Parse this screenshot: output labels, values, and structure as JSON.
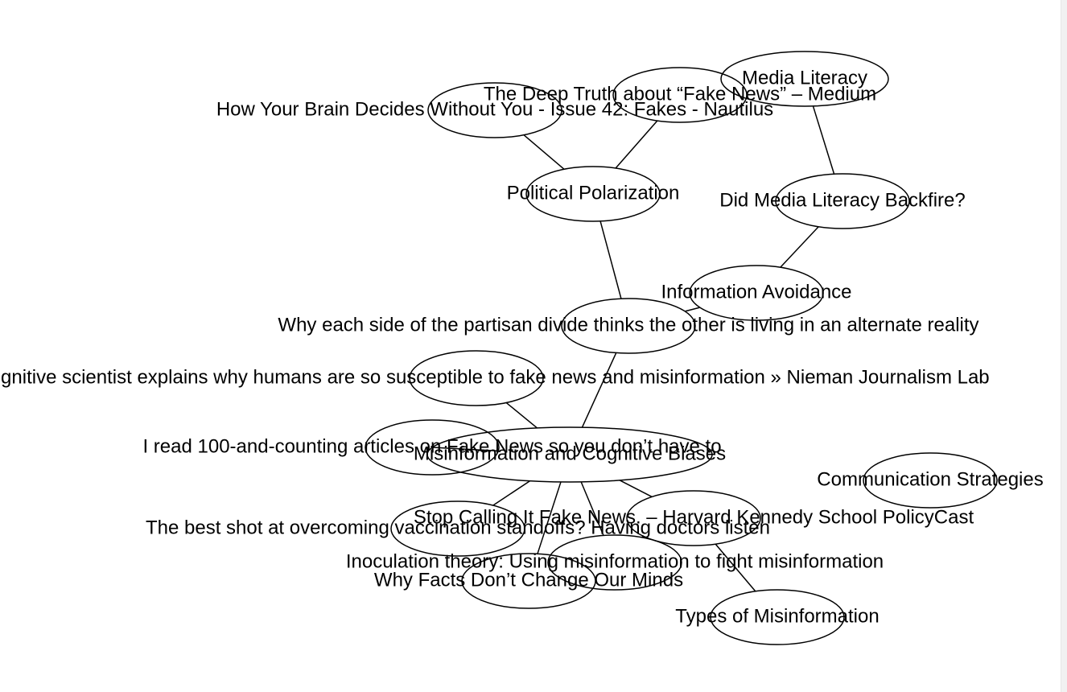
{
  "nodes": [
    {
      "id": "misinfo",
      "label": "Misinformation and Cognitive Biases"
    },
    {
      "id": "political",
      "label": "Political Polarization"
    },
    {
      "id": "brain",
      "label": "How Your Brain Decides Without You - Issue 42: Fakes - Nautilus"
    },
    {
      "id": "deeptruth",
      "label": "The Deep Truth about “Fake News” – Medium"
    },
    {
      "id": "medialit",
      "label": "Media Literacy"
    },
    {
      "id": "backfire",
      "label": "Did Media Literacy Backfire?"
    },
    {
      "id": "avoidance",
      "label": "Information Avoidance"
    },
    {
      "id": "partisan",
      "label": "Why each side of the partisan divide thinks the other is living in an alternate reality"
    },
    {
      "id": "nieman",
      "label": "A cognitive scientist explains why humans are so susceptible to fake news and misinformation » Nieman Journalism Lab"
    },
    {
      "id": "hundred",
      "label": "I read 100-and-counting articles on Fake News so you don’t have to"
    },
    {
      "id": "comm",
      "label": "Communication Strategies"
    },
    {
      "id": "stopcalling",
      "label": "Stop Calling It Fake News. – Harvard Kennedy School PolicyCast"
    },
    {
      "id": "vaccination",
      "label": "The best shot at overcoming vaccination standoffs? Having doctors listen"
    },
    {
      "id": "inoculation",
      "label": "Inoculation theory: Using misinformation to fight misinformation"
    },
    {
      "id": "facts",
      "label": "Why Facts Don’t Change Our Minds"
    },
    {
      "id": "types",
      "label": "Types of Misinformation"
    }
  ],
  "edges": [
    [
      "political",
      "brain"
    ],
    [
      "political",
      "deeptruth"
    ],
    [
      "political",
      "partisan"
    ],
    [
      "medialit",
      "backfire"
    ],
    [
      "backfire",
      "avoidance"
    ],
    [
      "avoidance",
      "partisan"
    ],
    [
      "partisan",
      "misinfo"
    ],
    [
      "nieman",
      "misinfo"
    ],
    [
      "hundred",
      "misinfo"
    ],
    [
      "misinfo",
      "vaccination"
    ],
    [
      "misinfo",
      "facts"
    ],
    [
      "misinfo",
      "inoculation"
    ],
    [
      "misinfo",
      "stopcalling"
    ],
    [
      "stopcalling",
      "types"
    ]
  ]
}
